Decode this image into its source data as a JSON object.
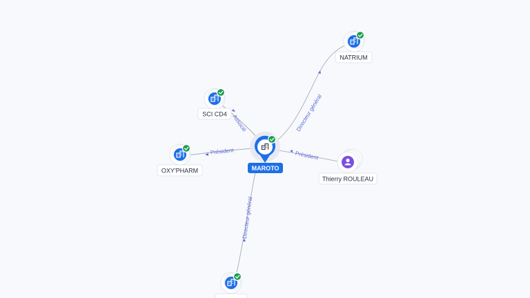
{
  "graph": {
    "center": {
      "id": "maroto",
      "label": "MAROTO",
      "type": "company",
      "verified": true,
      "icon": "building-icon"
    },
    "nodes": [
      {
        "id": "natrium",
        "label": "NATRIUM",
        "type": "company",
        "verified": true,
        "icon": "building-icon"
      },
      {
        "id": "sci-cd4",
        "label": "SCI CD4",
        "type": "company",
        "verified": true,
        "icon": "building-icon"
      },
      {
        "id": "oxy-pharm",
        "label": "OXY'PHARM",
        "type": "company",
        "verified": true,
        "icon": "building-icon"
      },
      {
        "id": "thierry-rouleau",
        "label": "Thierry ROULEAU",
        "type": "person",
        "verified": false,
        "icon": "person-icon"
      },
      {
        "id": "bottom-company",
        "label": "",
        "type": "company",
        "verified": true,
        "icon": "building-icon"
      }
    ],
    "edges": [
      {
        "from": "maroto",
        "to": "natrium",
        "label": "Directeur général"
      },
      {
        "from": "maroto",
        "to": "sci-cd4",
        "label": "Associé"
      },
      {
        "from": "maroto",
        "to": "oxy-pharm",
        "label": "Président"
      },
      {
        "from": "thierry-rouleau",
        "to": "maroto",
        "label": "Président"
      },
      {
        "from": "maroto",
        "to": "bottom-company",
        "label": "Directeur général"
      }
    ]
  },
  "colors": {
    "background": "#f8f9fc",
    "company_icon": "#1d6fe8",
    "person_icon": "#7b4fe0",
    "verified_badge": "#1f9d55",
    "edge": "#9aa1b0",
    "edge_label": "#5b6bd6",
    "center_label_bg": "#1d6fe8"
  }
}
